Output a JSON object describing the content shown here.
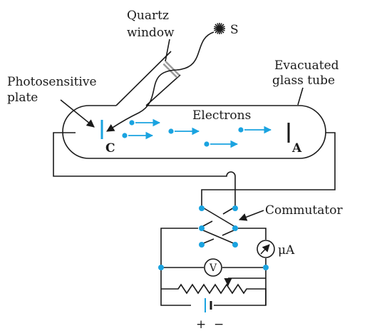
{
  "labels": {
    "quartz_line1": "Quartz",
    "quartz_line2": "window",
    "source": "S",
    "evac_line1": "Evacuated",
    "evac_line2": "glass tube",
    "photo_line1": "Photosensitive",
    "photo_line2": "plate",
    "electrons": "Electrons",
    "cathode": "C",
    "anode": "A",
    "commutator": "Commutator",
    "microammeter": "μA",
    "voltmeter": "V",
    "plus": "+",
    "minus": "−"
  },
  "colors": {
    "electron": "#1aa3e0",
    "line": "#1a1a1a",
    "window": "#9a9a9a"
  },
  "icons": {
    "source": "sunburst-icon",
    "meter_needle": "arrow-icon"
  }
}
